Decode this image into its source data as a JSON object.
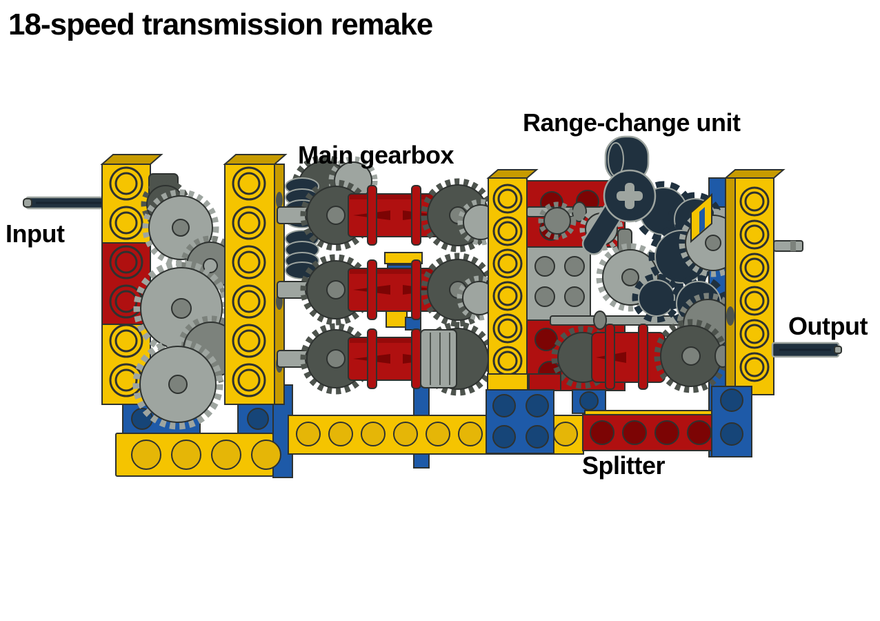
{
  "page": {
    "title": "18-speed transmission remake"
  },
  "labels": {
    "input": "Input",
    "main_gearbox": "Main gearbox",
    "range_change": "Range-change unit",
    "output": "Output",
    "splitter": "Splitter"
  },
  "illustration": {
    "alt": "Side view render of a LEGO Technic 18-speed transmission: input axle at left, main gearbox with three red clutch shafts in the middle, range-change unit at top right, splitter at bottom right, output axle at right"
  },
  "colors": {
    "background": "#FFFFFF",
    "text": "#000000",
    "outline": "#2E3230",
    "yellow": "#F5C400",
    "yellow_dark": "#C79B00",
    "yellow_stud": "#E5B607",
    "red": "#B01010",
    "red_dark": "#7C0404",
    "blue": "#1E5AA8",
    "blue_dark": "#164578",
    "gray_light": "#9EA5A0",
    "gray_mid": "#7C827C",
    "gray_dark": "#4D534D",
    "navy": "#20313F",
    "navy_dark": "#172430"
  }
}
